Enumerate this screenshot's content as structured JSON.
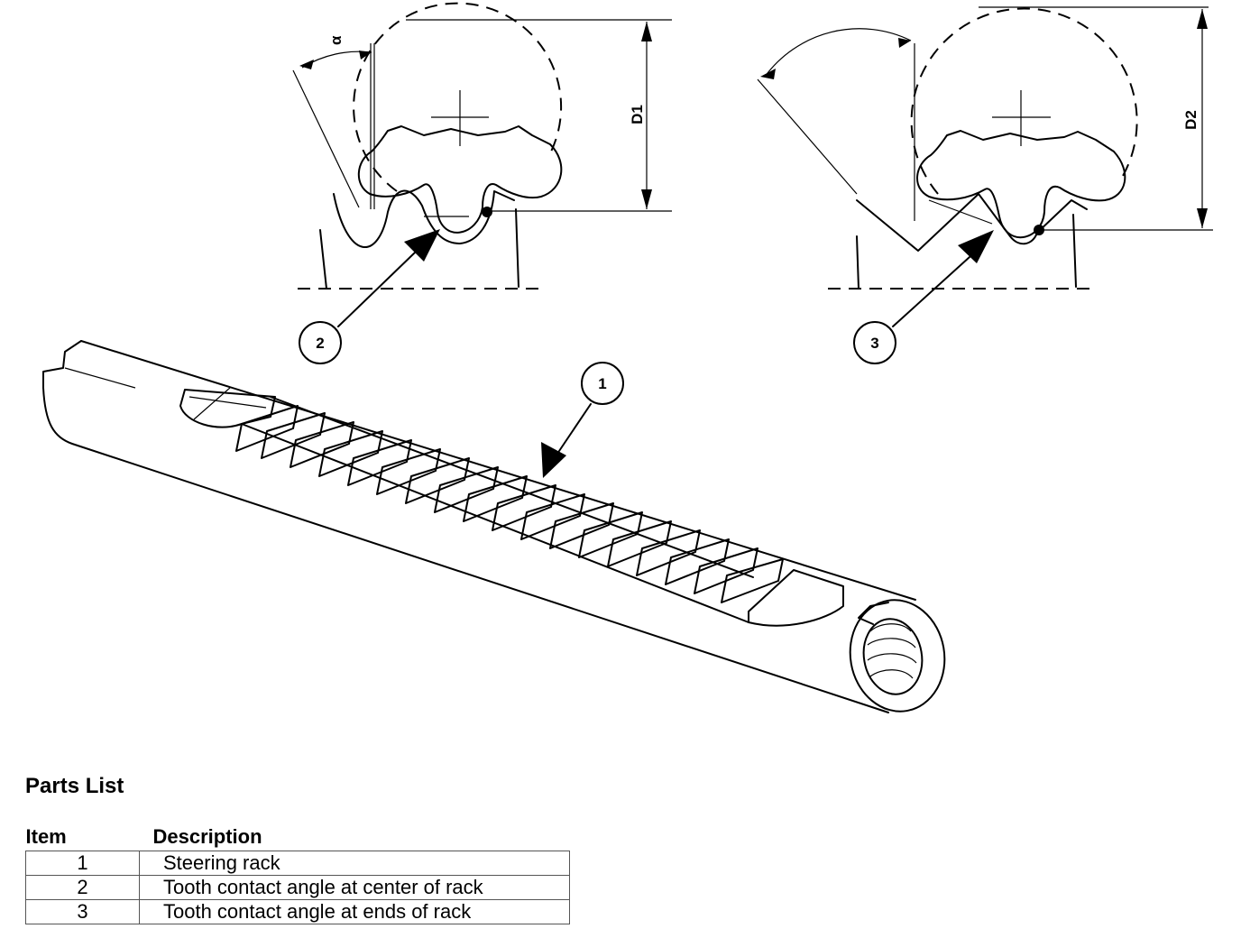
{
  "diagram": {
    "callouts": {
      "steering_rack": "1",
      "center_contact": "2",
      "end_contact": "3"
    },
    "dimensions": {
      "center_diameter": "D1",
      "end_diameter": "D2"
    }
  },
  "parts_list": {
    "title": "Parts List",
    "headers": {
      "item": "Item",
      "description": "Description"
    },
    "rows": [
      {
        "item": "1",
        "description": "Steering rack"
      },
      {
        "item": "2",
        "description": "Tooth contact angle at center of rack"
      },
      {
        "item": "3",
        "description": "Tooth contact angle at ends of rack"
      }
    ]
  }
}
